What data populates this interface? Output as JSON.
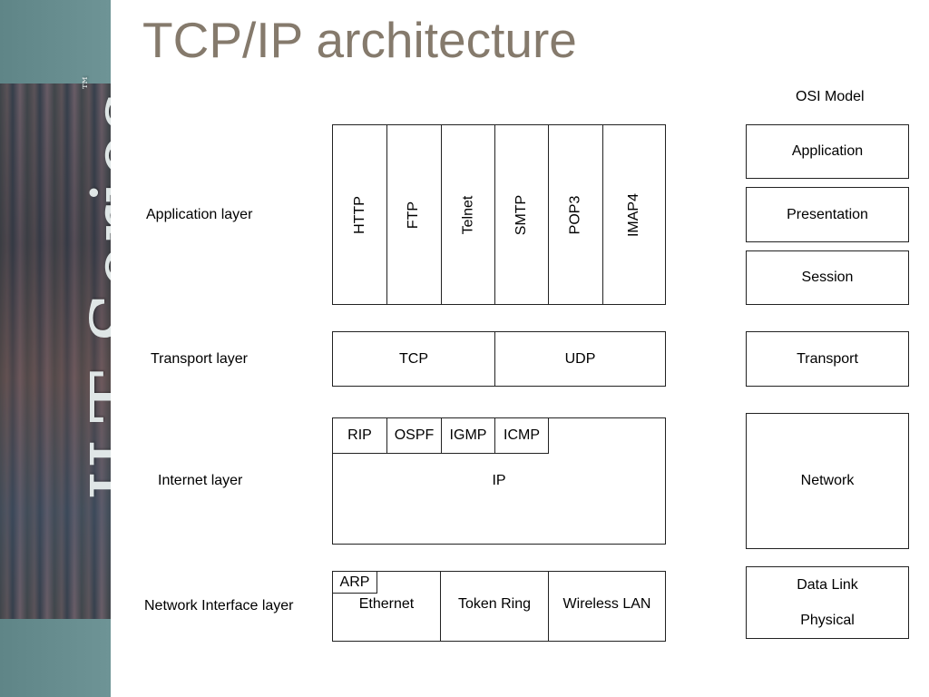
{
  "title": "TCP/IP architecture",
  "logo": {
    "text": "ILT Series",
    "tm": "™"
  },
  "osi_header": "OSI Model",
  "layer_labels": {
    "application": "Application layer",
    "transport": "Transport layer",
    "internet": "Internet layer",
    "network_interface": "Network Interface layer"
  },
  "application_protocols": [
    "HTTP",
    "FTP",
    "Telnet",
    "SMTP",
    "POP3",
    "IMAP4"
  ],
  "transport_protocols": [
    "TCP",
    "UDP"
  ],
  "internet_protocols": {
    "top": [
      "RIP",
      "OSPF",
      "IGMP",
      "ICMP"
    ],
    "main": "IP"
  },
  "network_interface": {
    "arp": "ARP",
    "items": [
      "Ethernet",
      "Token Ring",
      "Wireless LAN"
    ]
  },
  "osi_layers": [
    "Application",
    "Presentation",
    "Session",
    "Transport",
    "Network",
    "Data Link",
    "Physical"
  ]
}
